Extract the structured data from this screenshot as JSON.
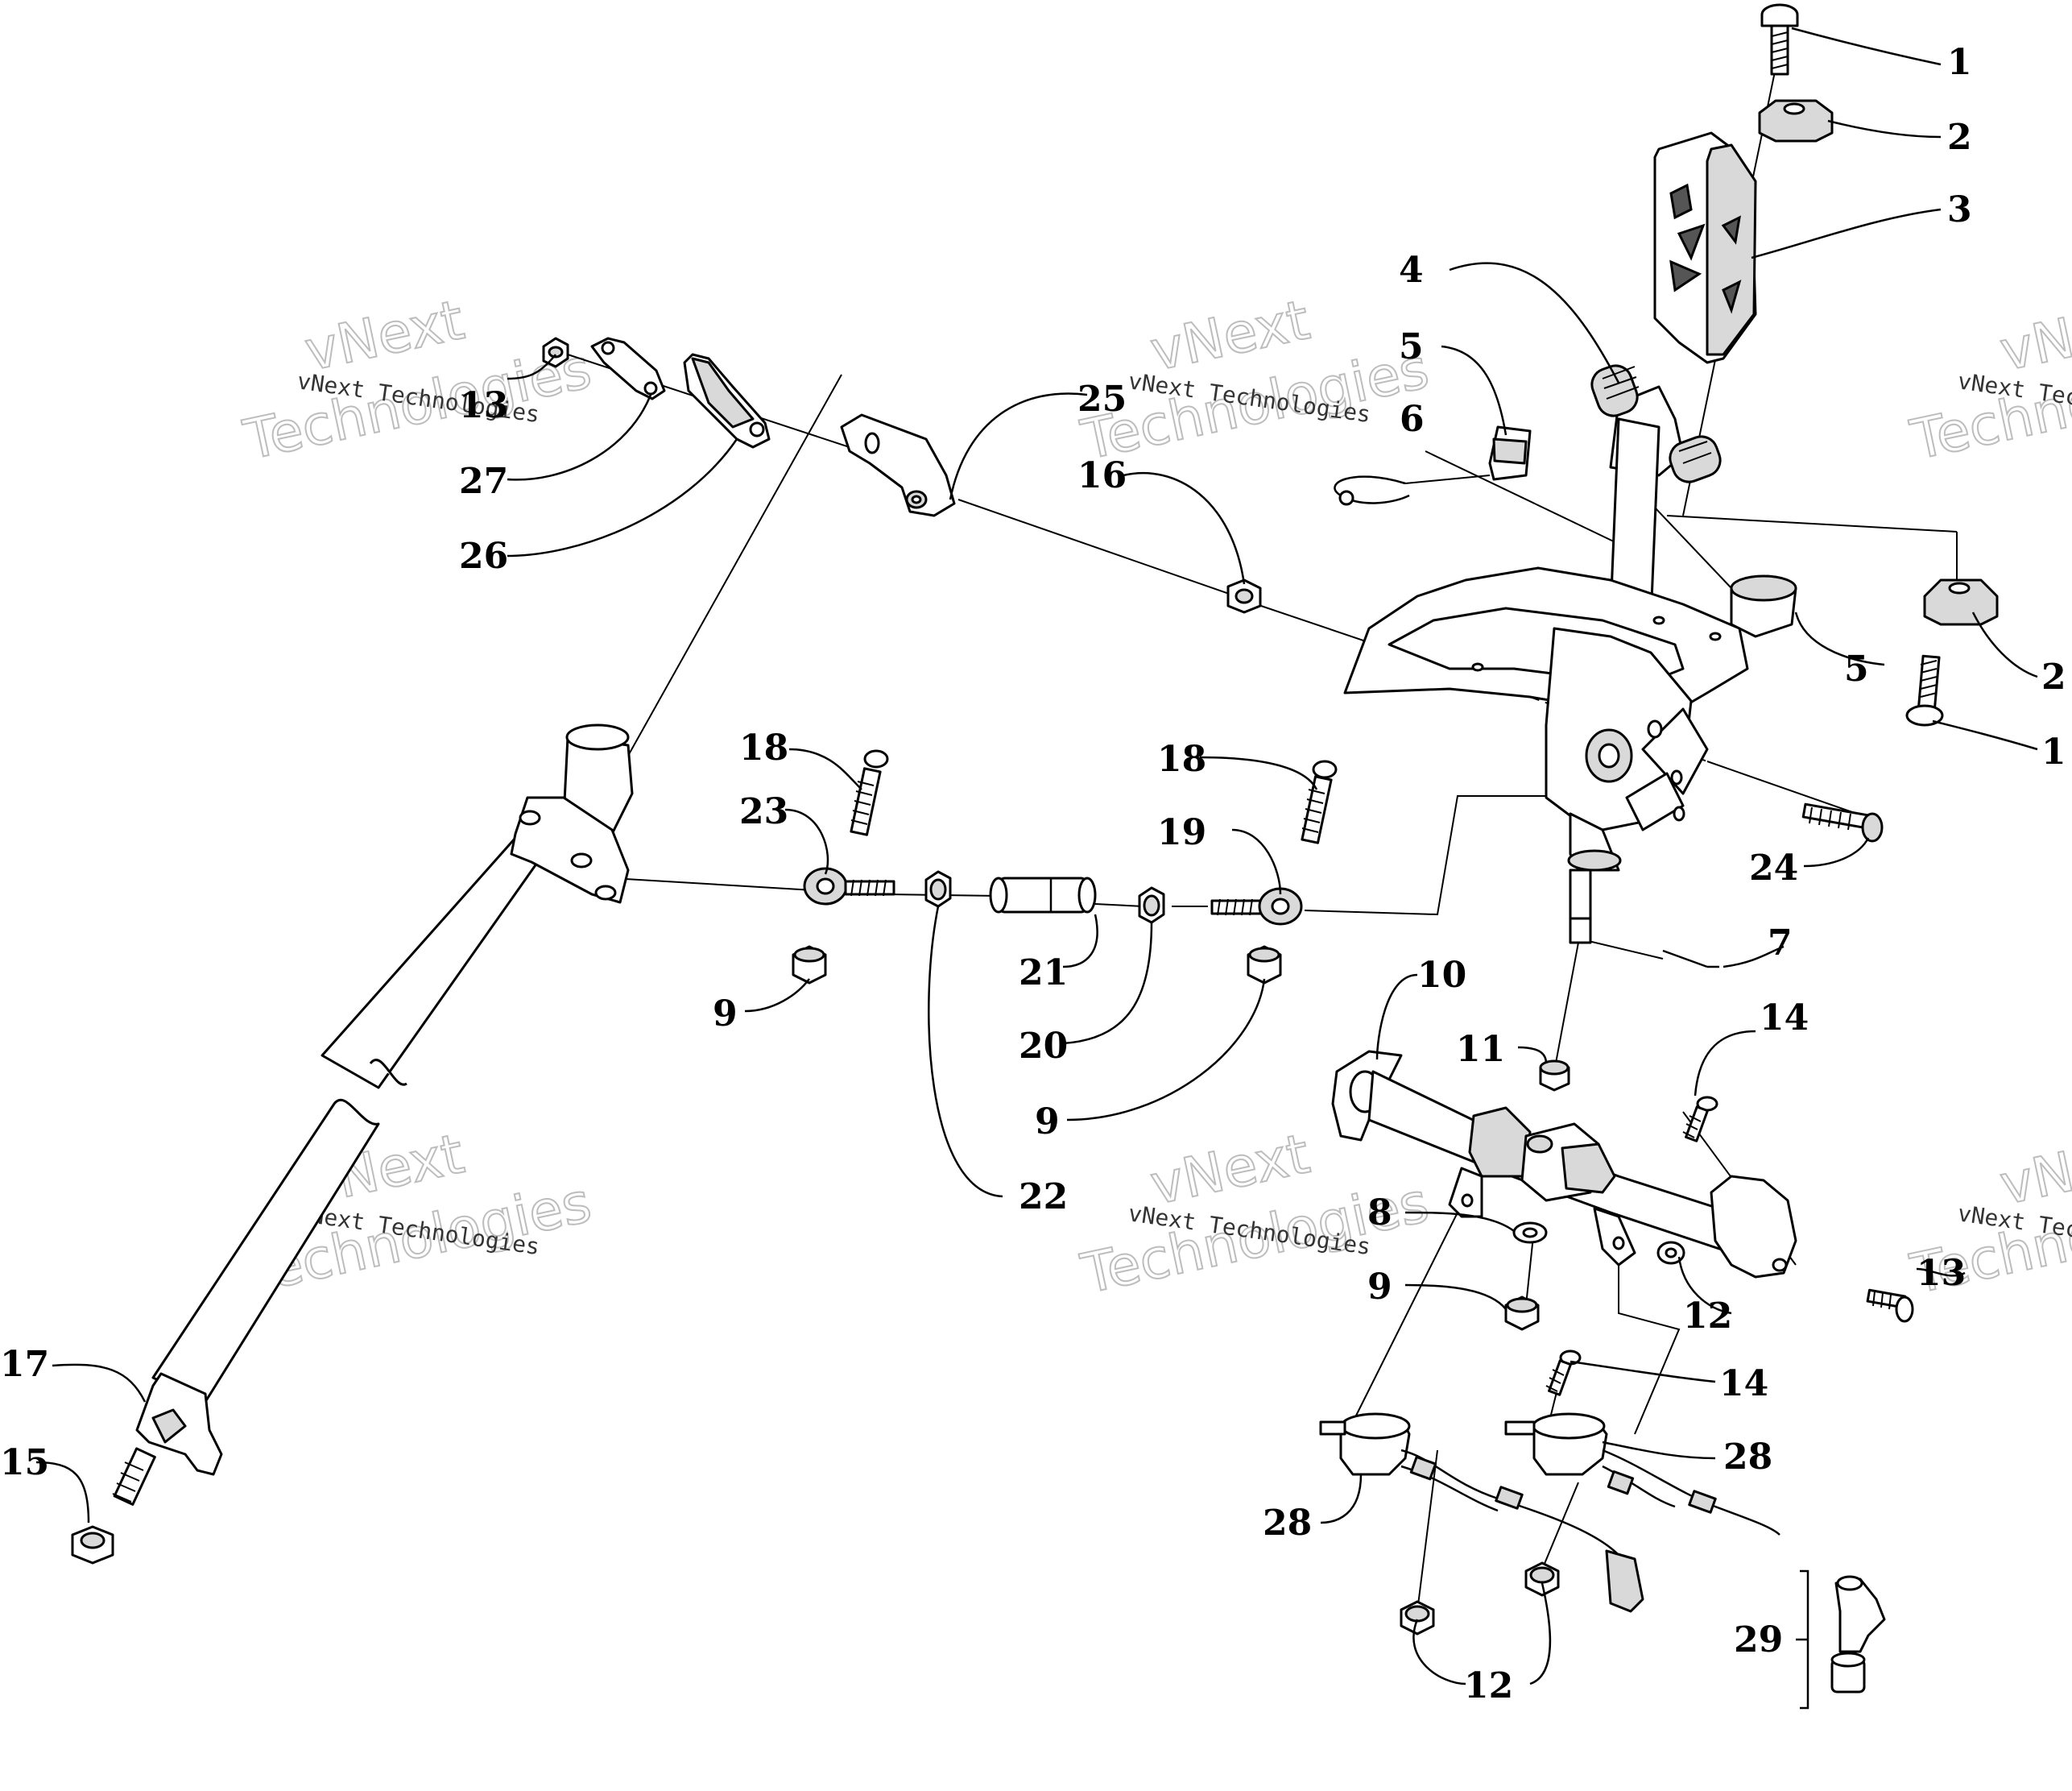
{
  "labels": [
    {
      "id": "l1a",
      "text": "1"
    },
    {
      "id": "l2a",
      "text": "2"
    },
    {
      "id": "l3",
      "text": "3"
    },
    {
      "id": "l4",
      "text": "4"
    },
    {
      "id": "l5a",
      "text": "5"
    },
    {
      "id": "l6",
      "text": "6"
    },
    {
      "id": "l5b",
      "text": "5"
    },
    {
      "id": "l2b",
      "text": "2"
    },
    {
      "id": "l1b",
      "text": "1"
    },
    {
      "id": "l25",
      "text": "25"
    },
    {
      "id": "l16",
      "text": "16"
    },
    {
      "id": "l13a",
      "text": "13"
    },
    {
      "id": "l27",
      "text": "27"
    },
    {
      "id": "l26",
      "text": "26"
    },
    {
      "id": "l18a",
      "text": "18"
    },
    {
      "id": "l23",
      "text": "23"
    },
    {
      "id": "l18b",
      "text": "18"
    },
    {
      "id": "l19",
      "text": "19"
    },
    {
      "id": "l24",
      "text": "24"
    },
    {
      "id": "l7",
      "text": "7"
    },
    {
      "id": "l9a",
      "text": "9"
    },
    {
      "id": "l21",
      "text": "21"
    },
    {
      "id": "l20",
      "text": "20"
    },
    {
      "id": "l9b",
      "text": "9"
    },
    {
      "id": "l22",
      "text": "22"
    },
    {
      "id": "l10",
      "text": "10"
    },
    {
      "id": "l11",
      "text": "11"
    },
    {
      "id": "l14a",
      "text": "14"
    },
    {
      "id": "l8",
      "text": "8"
    },
    {
      "id": "l9c",
      "text": "9"
    },
    {
      "id": "l12a",
      "text": "12"
    },
    {
      "id": "l13b",
      "text": "13"
    },
    {
      "id": "l14b",
      "text": "14"
    },
    {
      "id": "l28a",
      "text": "28"
    },
    {
      "id": "l28b",
      "text": "28"
    },
    {
      "id": "l29",
      "text": "29"
    },
    {
      "id": "l12b",
      "text": "12"
    },
    {
      "id": "l17",
      "text": "17"
    },
    {
      "id": "l15",
      "text": "15"
    }
  ],
  "watermarks": [
    {
      "big1": "vNext",
      "big2": "Technologies",
      "small": "vNext Technologies"
    },
    {
      "big1": "vNext",
      "big2": "Technologies",
      "small": "vNext Technologies"
    },
    {
      "big1": "vNext",
      "big2": "Technologies",
      "small": "vNext Technologies"
    },
    {
      "big1": "vNext",
      "big2": "Technologies",
      "small": "vNext Technologies"
    },
    {
      "big1": "vNext",
      "big2": "Technologies",
      "small": "vNext Technologies"
    },
    {
      "big1": "vNext",
      "big2": "Technologies",
      "small": "vNext Technologies"
    }
  ]
}
